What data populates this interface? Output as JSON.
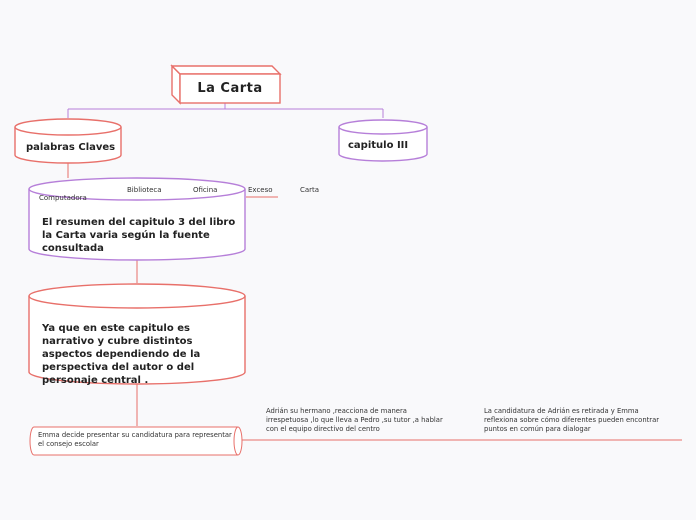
{
  "root": {
    "label": "La Carta"
  },
  "left_topic": {
    "label": "palabras Claves"
  },
  "right_topic": {
    "label": "capitulo  III"
  },
  "keywords_node": {
    "words": [
      "Computadora",
      "Biblioteca",
      "Oficina",
      "Exceso",
      "Carta"
    ],
    "text": "El resumen del capitulo 3 del libro la Carta varia según la fuente consultada"
  },
  "narrative_node": {
    "text": "Ya que en este capitulo es narrativo y cubre distintos aspectos dependiendo de la perspectiva del autor o del personaje central ."
  },
  "scroll_node": {
    "text": "Emma decide presentar su candidatura para representar el consejo escolar"
  },
  "events": [
    {
      "text": "Adrián su hermano ,reacciona de manera irrespetuosa ,lo que lleva a Pedro ,su tutor ,a hablar con el equipo directivo del centro"
    },
    {
      "text": "La candidatura de Adrián es retirada y Emma reflexiona sobre cómo diferentes pueden encontrar puntos en común para dialogar"
    }
  ],
  "colors": {
    "red": "#e8706a",
    "purple": "#b67fd9"
  }
}
